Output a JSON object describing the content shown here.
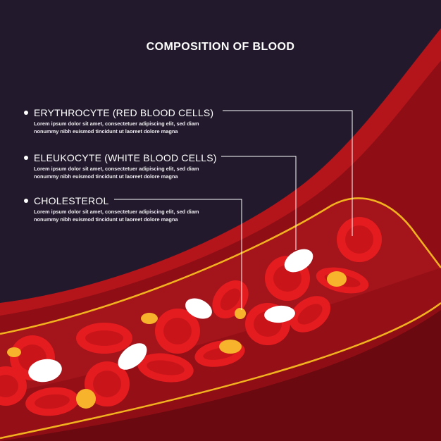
{
  "title": "COMPOSITION OF BLOOD",
  "items": [
    {
      "label": "ERYTHROCYTE (RED BLOOD CELLS)",
      "description": "Lorem ipsum dolor sit amet, consectetuer adipiscing elit, sed diam nonummy nibh euismod tincidunt ut laoreet dolore magna"
    },
    {
      "label": "ELEUKOCYTE (WHITE BLOOD CELLS)",
      "description": "Lorem ipsum dolor sit amet, consectetuer adipiscing elit, sed diam nonummy nibh euismod tincidunt ut laoreet dolore magna"
    },
    {
      "label": "CHOLESTEROL",
      "description": "Lorem ipsum dolor sit amet, consectetuer adipiscing elit, sed diam nonummy nibh euismod tincidunt ut laoreet dolore magna"
    }
  ],
  "colors": {
    "background": "#221a2c",
    "vessel_outer": "#9c1016",
    "vessel_inner": "#7d0b12",
    "lumen": "#a0121a",
    "outline": "#f3b320",
    "red_cell": "#e31b1e",
    "white_cell": "#ffffff",
    "cholesterol": "#f7b32b"
  }
}
